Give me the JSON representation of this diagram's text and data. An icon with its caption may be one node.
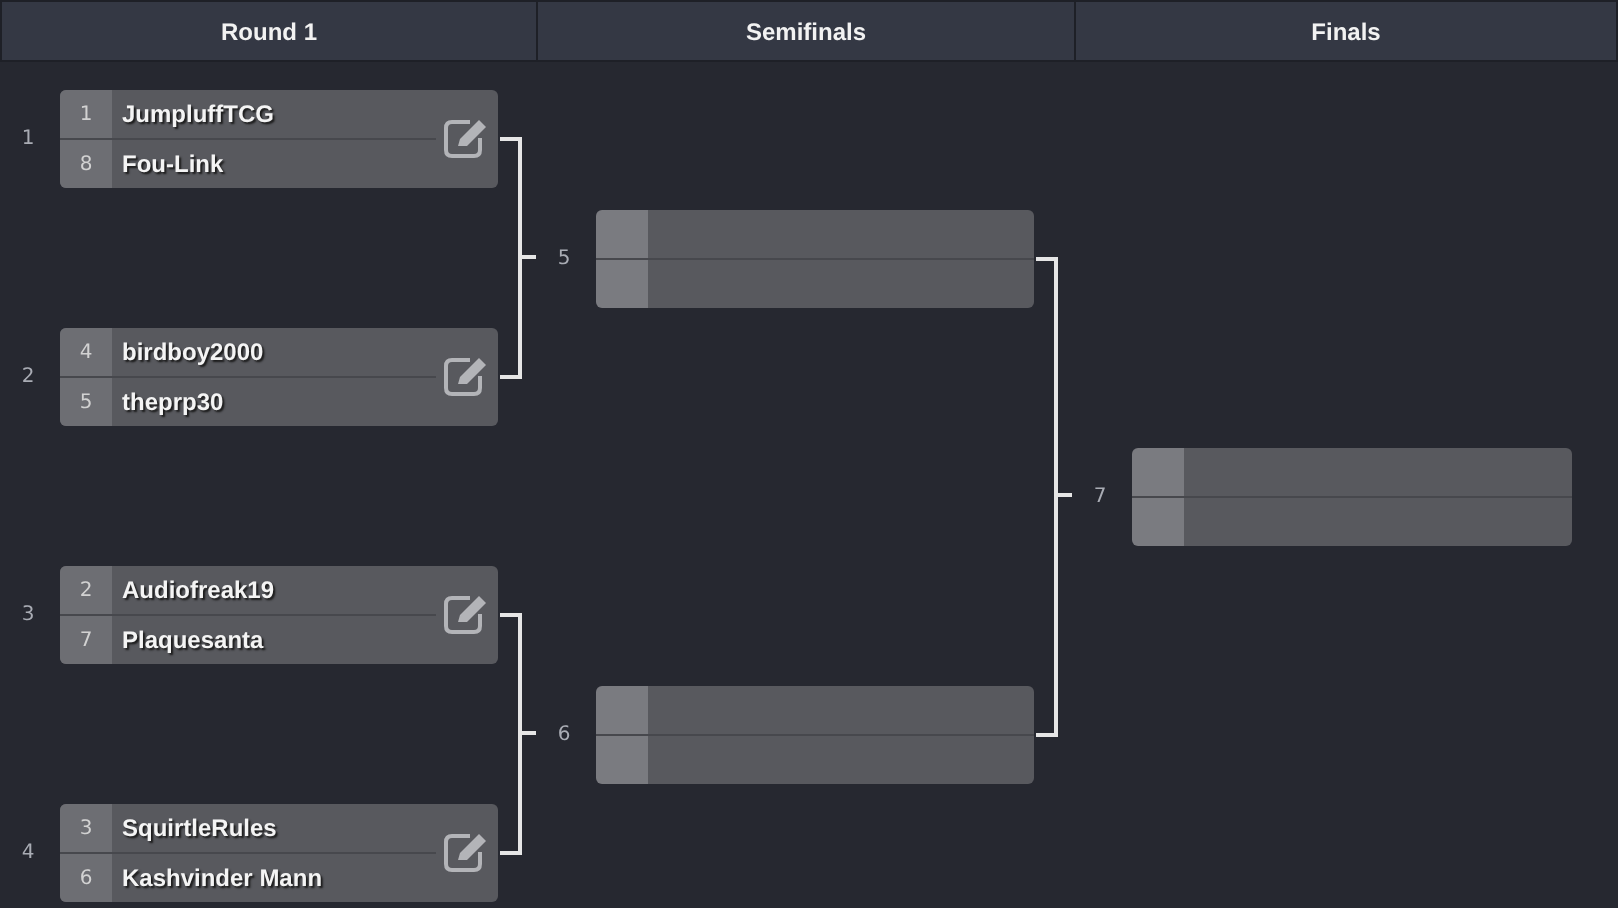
{
  "diagram": {
    "nodes": [
      {
        "text": [
          "Round 1"
        ]
      },
      {
        "text": [
          "Semifinals"
        ]
      },
      {
        "text": [
          "Finals"
        ]
      },
      {
        "text": [
          "1",
          "JumpluffTCG",
          "8",
          "Fou-Link"
        ],
        "beside": [
          "1"
        ]
      },
      {
        "text": [
          "4",
          "birdboy2000",
          "5",
          "theprp30"
        ],
        "beside": [
          "2"
        ]
      },
      {
        "text": [
          "2",
          "Audiofreak19",
          "7",
          "Plaquesanta"
        ],
        "beside": [
          "3"
        ]
      },
      {
        "text": [
          "3",
          "SquirtleRules",
          "6",
          "Kashvinder Mann"
        ],
        "beside": [
          "4"
        ]
      },
      {
        "text": [],
        "shape": "box",
        "beside": [
          "5"
        ]
      },
      {
        "text": [],
        "shape": "box",
        "beside": [
          "6"
        ]
      },
      {
        "text": [],
        "shape": "box",
        "beside": [
          "7"
        ]
      }
    ],
    "edges": [
      {
        "from": 3,
        "to": 7,
        "arrow": "none"
      },
      {
        "from": 4,
        "to": 7,
        "arrow": "none"
      },
      {
        "from": 5,
        "to": 8,
        "arrow": "none"
      },
      {
        "from": 6,
        "to": 8,
        "arrow": "none"
      },
      {
        "from": 7,
        "to": 9,
        "arrow": "none"
      },
      {
        "from": 8,
        "to": 9,
        "arrow": "none"
      }
    ]
  }
}
